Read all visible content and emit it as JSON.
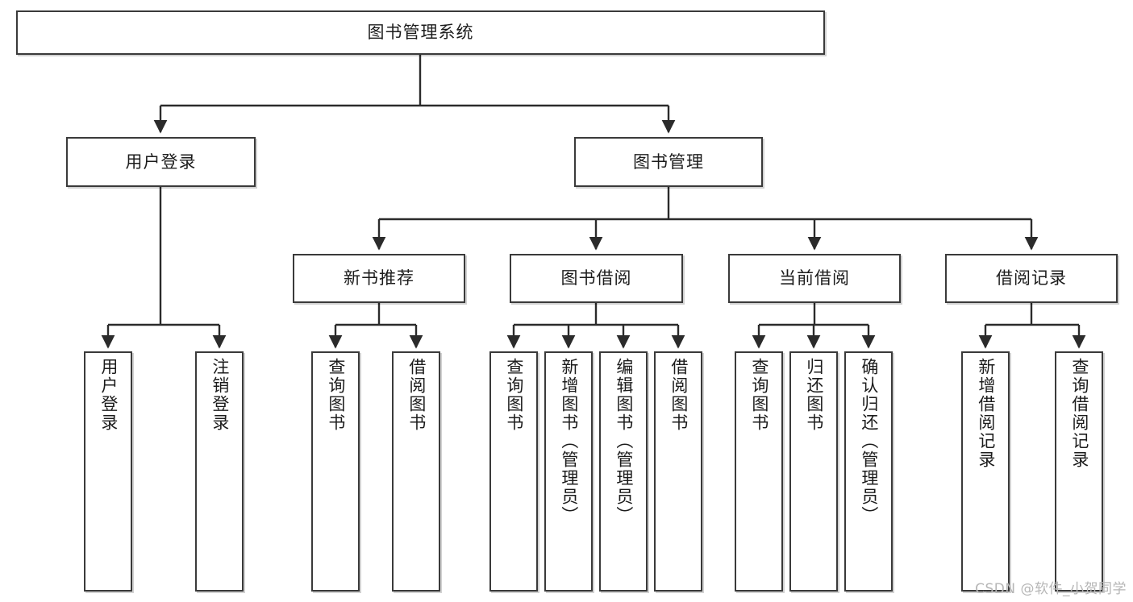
{
  "diagram": {
    "title": "图书管理系统",
    "type": "tree",
    "watermark": "CSDN @软件_小贺同学",
    "colors": {
      "node_border": "#3a3a3a",
      "node_fill": "#ffffff",
      "edge": "#2b2b2b",
      "text": "#1c1c1c",
      "watermark": "#b6b6b6"
    },
    "nodes": {
      "root": {
        "label": "图书管理系统",
        "level": 1
      },
      "user_login": {
        "label": "用户登录",
        "level": 2
      },
      "book_manage": {
        "label": "图书管理",
        "level": 2
      },
      "new_book_rec": {
        "label": "新书推荐",
        "level": 3
      },
      "book_borrow": {
        "label": "图书借阅",
        "level": 3
      },
      "current_borrow": {
        "label": "当前借阅",
        "level": 3
      },
      "borrow_record": {
        "label": "借阅记录",
        "level": 3
      },
      "leaf_user_login": {
        "label": "用户登录",
        "level": 4
      },
      "leaf_logout": {
        "label": "注销登录",
        "level": 4
      },
      "leaf_query_book_1": {
        "label": "查询图书",
        "level": 4
      },
      "leaf_borrow_book_1": {
        "label": "借阅图书",
        "level": 4
      },
      "leaf_query_book_2": {
        "label": "查询图书",
        "level": 4
      },
      "leaf_add_book_admin": {
        "label": "新增图书（管理员）",
        "level": 4
      },
      "leaf_edit_book_admin": {
        "label": "编辑图书（管理员）",
        "level": 4
      },
      "leaf_borrow_book_2": {
        "label": "借阅图书",
        "level": 4
      },
      "leaf_query_book_3": {
        "label": "查询图书",
        "level": 4
      },
      "leaf_return_book": {
        "label": "归还图书",
        "level": 4
      },
      "leaf_confirm_return_admin": {
        "label": "确认归还（管理员）",
        "level": 4
      },
      "leaf_add_borrow_record": {
        "label": "新增借阅记录",
        "level": 4
      },
      "leaf_query_borrow_record": {
        "label": "查询借阅记录",
        "level": 4
      }
    },
    "edges": [
      {
        "from": "root",
        "to": "user_login"
      },
      {
        "from": "root",
        "to": "book_manage"
      },
      {
        "from": "user_login",
        "to": "leaf_user_login"
      },
      {
        "from": "user_login",
        "to": "leaf_logout"
      },
      {
        "from": "book_manage",
        "to": "new_book_rec"
      },
      {
        "from": "book_manage",
        "to": "book_borrow"
      },
      {
        "from": "book_manage",
        "to": "current_borrow"
      },
      {
        "from": "book_manage",
        "to": "borrow_record"
      },
      {
        "from": "new_book_rec",
        "to": "leaf_query_book_1"
      },
      {
        "from": "new_book_rec",
        "to": "leaf_borrow_book_1"
      },
      {
        "from": "book_borrow",
        "to": "leaf_query_book_2"
      },
      {
        "from": "book_borrow",
        "to": "leaf_add_book_admin"
      },
      {
        "from": "book_borrow",
        "to": "leaf_edit_book_admin"
      },
      {
        "from": "book_borrow",
        "to": "leaf_borrow_book_2"
      },
      {
        "from": "current_borrow",
        "to": "leaf_query_book_3"
      },
      {
        "from": "current_borrow",
        "to": "leaf_return_book"
      },
      {
        "from": "current_borrow",
        "to": "leaf_confirm_return_admin"
      },
      {
        "from": "borrow_record",
        "to": "leaf_add_borrow_record"
      },
      {
        "from": "borrow_record",
        "to": "leaf_query_borrow_record"
      }
    ]
  }
}
